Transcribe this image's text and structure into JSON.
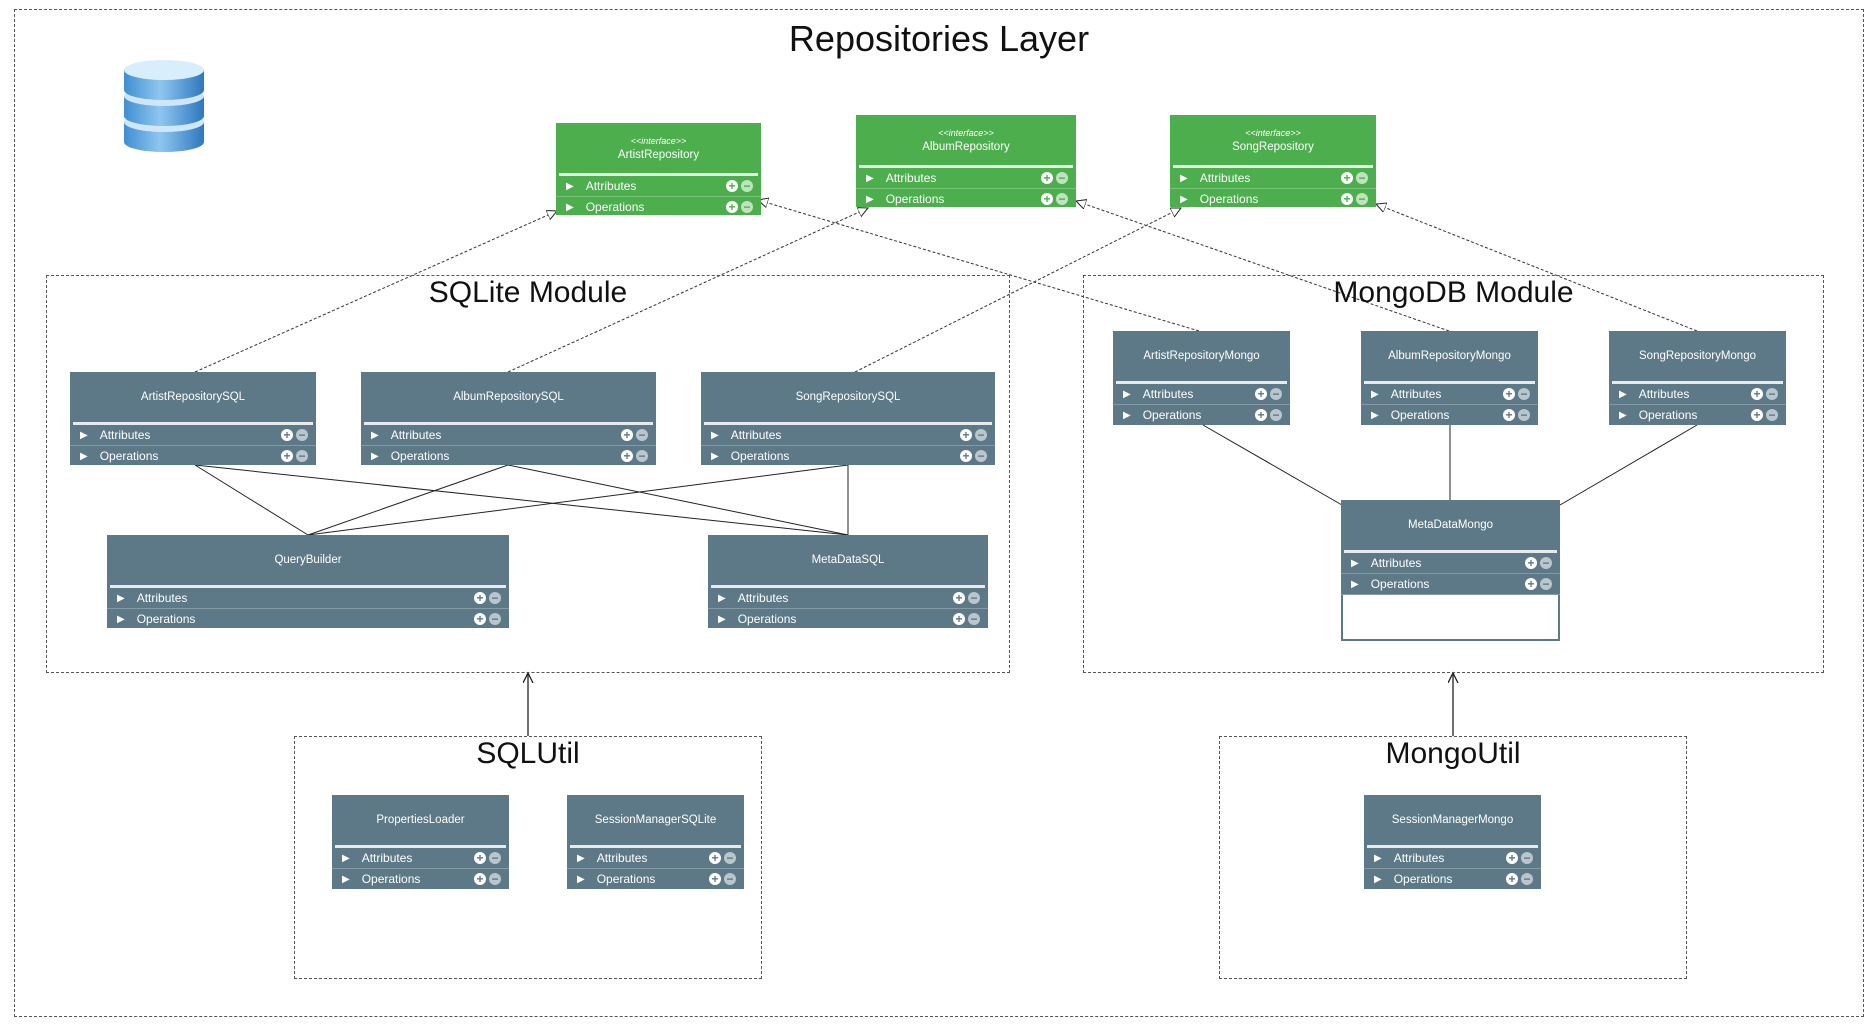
{
  "diagram": {
    "title": "Repositories Layer",
    "modules": {
      "sqlite": "SQLite Module",
      "mongodb": "MongoDB Module",
      "sqlutil": "SQLUtil",
      "mongoutil": "MongoUtil"
    },
    "row_labels": {
      "attributes": "Attributes",
      "operations": "Operations"
    },
    "interfaces": [
      {
        "stereotype": "<<interface>>",
        "name": "ArtistRepository"
      },
      {
        "stereotype": "<<interface>>",
        "name": "AlbumRepository"
      },
      {
        "stereotype": "<<interface>>",
        "name": "SongRepository"
      }
    ],
    "sql_classes": [
      "ArtistRepositorySQL",
      "AlbumRepositorySQL",
      "SongRepositorySQL",
      "QueryBuilder",
      "MetaDataSQL"
    ],
    "mongo_classes": [
      "ArtistRepositoryMongo",
      "AlbumRepositoryMongo",
      "SongRepositoryMongo",
      "MetaDataMongo"
    ],
    "sqlutil_classes": [
      "PropertiesLoader",
      "SessionManagerSQLite"
    ],
    "mongoutil_classes": [
      "SessionManagerMongo"
    ],
    "icons": {
      "database": "database-icon",
      "expand": "triangle-right-icon",
      "add": "plus-icon",
      "remove": "minus-icon"
    },
    "colors": {
      "interface_fill": "#4cae4c",
      "class_fill": "#5d7887",
      "frame_border": "#555555"
    }
  }
}
